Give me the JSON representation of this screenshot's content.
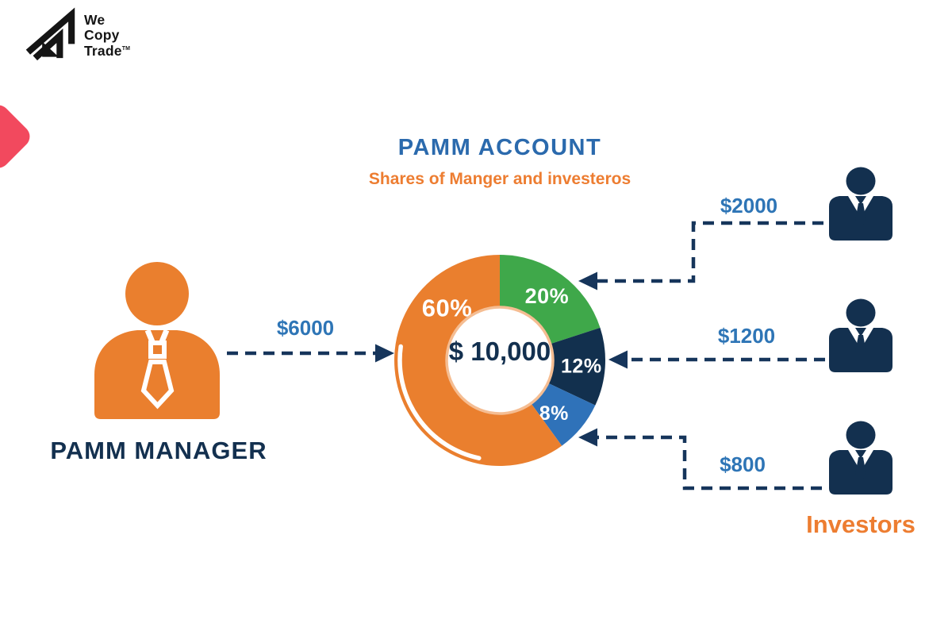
{
  "logo": {
    "lines": [
      "We",
      "Copy",
      "Trade"
    ],
    "trademark": "TM"
  },
  "header": {
    "title": "PAMM ACCOUNT",
    "subtitle": "Shares of Manger and investeros"
  },
  "manager": {
    "label": "PAMM MANAGER",
    "contribution": "$6000"
  },
  "investors": {
    "group_label": "Investors",
    "items": [
      {
        "contribution": "$2000"
      },
      {
        "contribution": "$1200"
      },
      {
        "contribution": "$800"
      }
    ]
  },
  "chart_data": {
    "type": "pie",
    "variant": "donut",
    "title": "PAMM ACCOUNT",
    "subtitle": "Shares of Manger and investeros",
    "center_label": "$ 10,000",
    "total_value": 10000,
    "start_angle_deg": 0,
    "direction": "clockwise",
    "slices": [
      {
        "label": "20%",
        "value": 20,
        "amount": 2000,
        "color": "#3FA84A",
        "belongs_to": "Investor 1"
      },
      {
        "label": "12%",
        "value": 12,
        "amount": 1200,
        "color": "#12304E",
        "belongs_to": "Investor 2"
      },
      {
        "label": "8%",
        "value": 8,
        "amount": 800,
        "color": "#2F72B9",
        "belongs_to": "Investor 3"
      },
      {
        "label": "60%",
        "value": 60,
        "amount": 6000,
        "color": "#EA7F2E",
        "belongs_to": "PAMM Manager"
      }
    ]
  },
  "colors": {
    "orange": "#EA7F2E",
    "green": "#3FA84A",
    "navy": "#13304F",
    "blue": "#2F72B9",
    "amount_text": "#2E75B6",
    "title_blue": "#2B6AAD",
    "accent_orange": "#ED7D31",
    "pink": "#F2495E"
  }
}
